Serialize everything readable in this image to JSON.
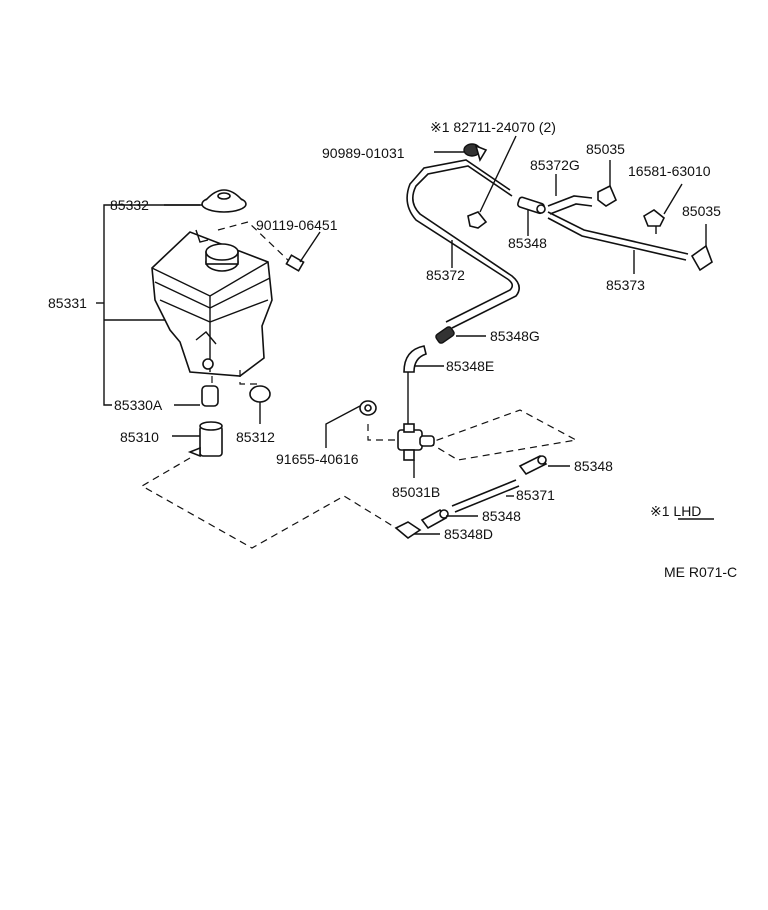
{
  "labels": {
    "p85332": "85332",
    "p90119": "90119-06451",
    "p85331": "85331",
    "p85330A": "85330A",
    "p85310": "85310",
    "p85312": "85312",
    "p91655": "91655-40616",
    "p90989": "90989-01031",
    "p82711": "※1  82711-24070 (2)",
    "p85372G": "85372G",
    "p85035a": "85035",
    "p16581": "16581-63010",
    "p85035b": "85035",
    "p85348a": "85348",
    "p85372": "85372",
    "p85373": "85373",
    "p85348G": "85348G",
    "p85348E": "85348E",
    "p85348b": "85348",
    "p85031B": "85031B",
    "p85371": "85371",
    "p85348c": "85348",
    "p85348D": "85348D"
  },
  "notes": {
    "lhd": "※1  LHD",
    "ref": "ME R071-C"
  }
}
